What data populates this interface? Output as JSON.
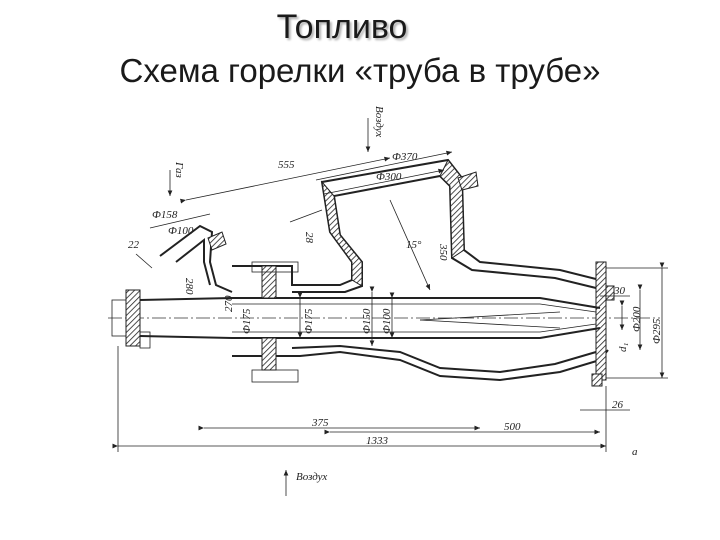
{
  "title": "Топливо",
  "subtitle": "Схема горелки «труба в трубе»",
  "drawing": {
    "labels": {
      "air_top": "Воздух",
      "air_bottom": "Воздух",
      "gas": "Газ",
      "figure": "а",
      "dim_555": "555",
      "dim_d370": "Ф370",
      "dim_d300": "Ф300",
      "dim_d158": "Ф158",
      "dim_d100_left": "Ф100",
      "dim_22": "22",
      "dim_28": "28",
      "dim_15deg": "15°",
      "dim_350": "350",
      "dim_280": "280",
      "dim_270": "270",
      "dim_d175_a": "Ф175",
      "dim_d175_b": "Ф175",
      "dim_d150": "Ф150",
      "dim_d100_center": "Ф100",
      "dim_30": "30",
      "dim_d200": "Ф200",
      "dim_d295": "Ф295",
      "dim_d1": "d₁",
      "dim_26": "26",
      "dim_375": "375",
      "dim_500": "500",
      "dim_1333": "1333"
    }
  }
}
